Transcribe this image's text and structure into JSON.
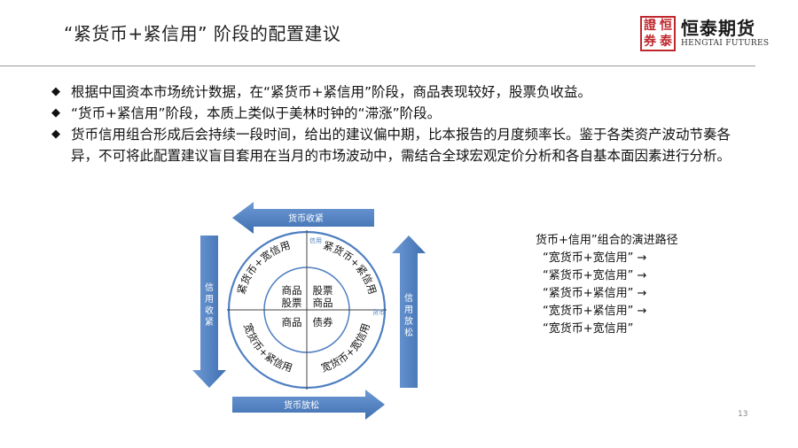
{
  "header": {
    "title": "“紧货币+紧信用” 阶段的配置建议",
    "logo_seal": [
      "證",
      "恒",
      "券",
      "泰"
    ],
    "logo_cn": "恒泰期货",
    "logo_en": "HENGTAI FUTURES"
  },
  "bullets": [
    "根据中国资本市场统计数据，在“紧货币+紧信用”阶段，商品表现较好，股票负收益。",
    "“货币+紧信用”阶段，本质上类似于美林时钟的“滞涨”阶段。",
    "货币信用组合形成后会持续一段时间，给出的建议偏中期，比本报告的月度频率长。鉴于各类资产波动节奏各异，不可将此配置建议盲目套用在当月的市场波动中，需结合全球宏观定价分析和各自基本面因素进行分析。"
  ],
  "diagram": {
    "arrow_top": "货币收紧",
    "arrow_bottom": "货币放松",
    "arrow_left": "信用收紧",
    "arrow_right": "信用放松",
    "axis_top": "信用",
    "axis_right": "货币",
    "ring_tl": "紧货币+宽信用",
    "ring_tr": "紧货币+紧信用",
    "ring_bl": "宽货币+紧信用",
    "ring_br": "宽货币+宽信用",
    "inner_tl": [
      "商品",
      "股票"
    ],
    "inner_tr": [
      "股票",
      "商品"
    ],
    "inner_bl": [
      "商品"
    ],
    "inner_br": [
      "债券"
    ]
  },
  "legend": {
    "title": "货币+信用”组合的演进路径",
    "rows": [
      {
        "text": "“宽货币+宽信用”",
        "arrow": "→"
      },
      {
        "text": "“紧货币+宽信用”",
        "arrow": "→"
      },
      {
        "text": "“紧货币+紧信用”",
        "arrow": "→"
      },
      {
        "text": "“宽货币+紧信用”",
        "arrow": "→"
      },
      {
        "text": "“宽货币+宽信用”",
        "arrow": ""
      }
    ]
  },
  "page_number": "13",
  "colors": {
    "arrow": "#4f7fc0",
    "arrow_dark": "#2f5f9e",
    "circle": "#4f7fc0",
    "logo_red": "#c0272d"
  }
}
